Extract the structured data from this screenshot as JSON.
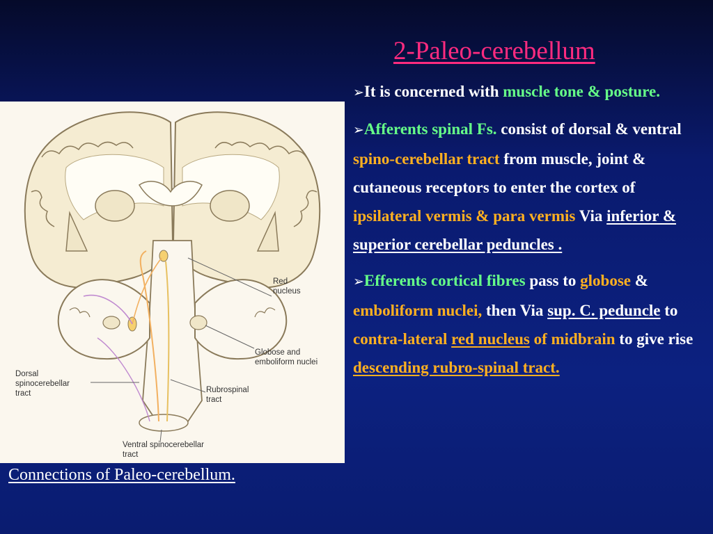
{
  "title": "2-Paleo-cerebellum",
  "figure": {
    "labels": {
      "red_nucleus_1": "Red",
      "red_nucleus_2": "nucleus",
      "globose_1": "Globose and",
      "globose_2": "emboliform nuclei",
      "dorsal_1": "Dorsal",
      "dorsal_2": "spinocerebellar",
      "dorsal_3": "tract",
      "rubro_1": "Rubrospinal",
      "rubro_2": "tract",
      "ventral_1": "Ventral spinocerebellar",
      "ventral_2": "tract"
    },
    "caption": "Connections of  Paleo-cerebellum."
  },
  "bullets": {
    "b1": {
      "arrow": "➢",
      "t1": "It is concerned with ",
      "t2": "muscle tone & posture."
    },
    "b2": {
      "arrow": "➢",
      "t1": "Afferents spinal Fs.",
      "t2": " consist of dorsal & ventral ",
      "t3": "spino-cerebellar tract",
      "t4": " from muscle, joint & cutaneous receptors to enter the cortex of  ",
      "t5": "ipsilateral vermis",
      "t6": " & ",
      "t7": "para vermis",
      "t8": " Via ",
      "t9": "inferior & superior cerebellar peduncles ."
    },
    "b3": {
      "arrow": "➢",
      "t1": "Efferents cortical fibres",
      "t2": " pass to ",
      "t3": "globose",
      "t4": " & ",
      "t5": "emboliform nuclei,",
      "t6": " then Via  ",
      "t7": "sup. C. peduncle",
      "t8": " to ",
      "t9": "contra-lateral",
      "t10": " ",
      "t11": "red ",
      "t12": "nucleus",
      "t13": " of  ",
      "t14": "midbrain",
      "t15": " to give rise ",
      "t16": "descending rubro-spinal tract."
    }
  },
  "colors": {
    "title": "#ff2b7f",
    "green_highlight": "#66ff88",
    "orange_highlight": "#ffb020",
    "text": "#ffffff"
  }
}
